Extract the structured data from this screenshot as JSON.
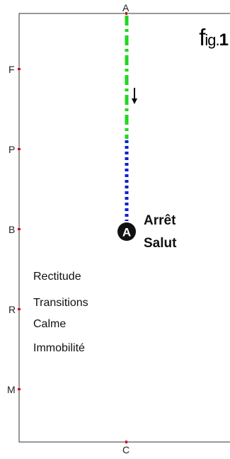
{
  "figure": {
    "prefix": "f",
    "middle": "ig.",
    "number": "1"
  },
  "arena_letters": {
    "top": "A",
    "bottom": "C",
    "left": [
      "F",
      "P",
      "B",
      "R",
      "M"
    ]
  },
  "colors": {
    "arena_border": "#333333",
    "marker": "#d0102a",
    "path_first": "#22d622",
    "path_second": "#1020d0",
    "circle": "#111111"
  },
  "path": {
    "segments": [
      {
        "style": "dash-dot",
        "color": "green"
      },
      {
        "style": "dotted",
        "color": "blue"
      }
    ],
    "direction_icon": "down-arrow-icon"
  },
  "point": {
    "letter": "A"
  },
  "callout": {
    "line1": "Arrêt",
    "line2": "Salut"
  },
  "notes": [
    "Rectitude",
    "Transitions",
    "Calme",
    "Immobilité"
  ]
}
